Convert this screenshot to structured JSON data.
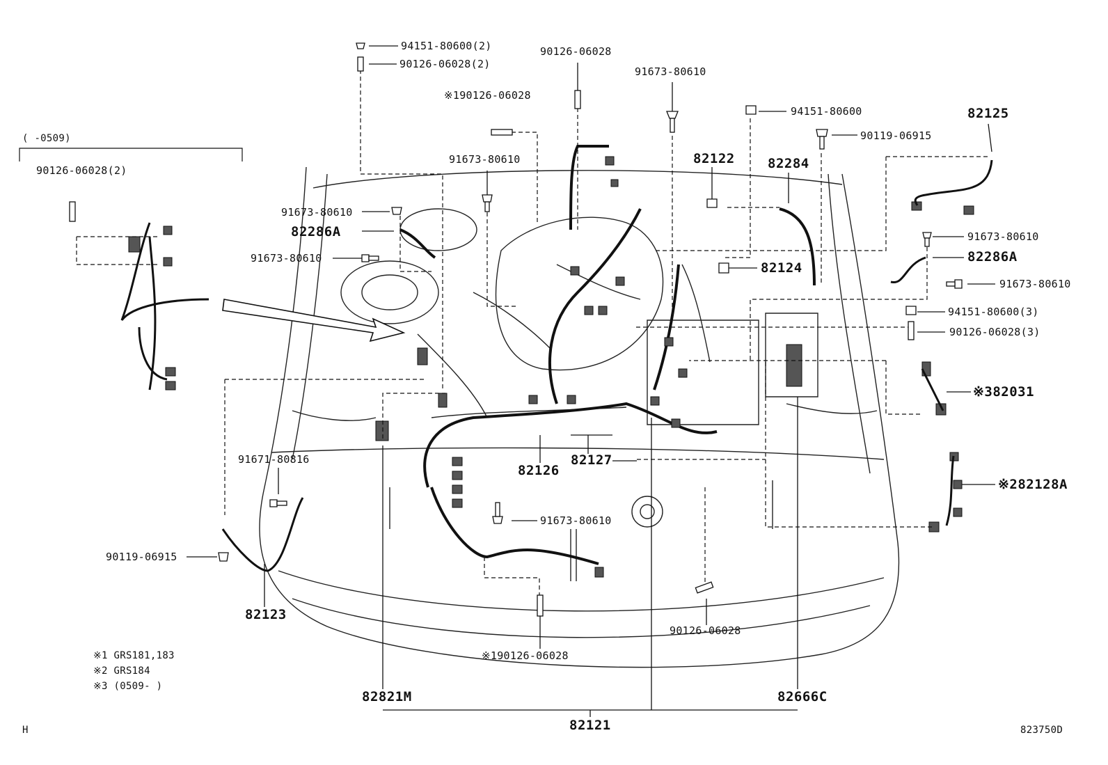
{
  "variant": {
    "range": "(     -0509)",
    "qty_part": "90126-06028(2)"
  },
  "parts": {
    "p94151_2": "94151-80600(2)",
    "p90126_2": "90126-06028(2)",
    "p90126_top": "90126-06028",
    "p90126_n1": "※190126-06028",
    "p91673_top": "91673-80610",
    "p94151": "94151-80600",
    "p90119_r": "90119-06915",
    "p82125": "82125",
    "p91673_a": "91673-80610",
    "p82122": "82122",
    "p82284": "82284",
    "p91673_b": "91673-80610",
    "p82286A_l": "82286A",
    "p91673_c": "91673-80610",
    "p82124": "82124",
    "p91673_r1": "91673-80610",
    "p82286A_r": "82286A",
    "p91673_r2": "91673-80610",
    "p94151_3": "94151-80600(3)",
    "p90126_3": "90126-06028(3)",
    "p82031": "※382031",
    "p82128A": "※282128A",
    "p91671": "91671-80816",
    "p82126": "82126",
    "p82127": "82127",
    "p91673_bot": "91673-80610",
    "p90119_l": "90119-06915",
    "p82123": "82123",
    "p90126_bot": "90126-06028",
    "p90126_n1b": "※190126-06028",
    "p82821M": "82821M",
    "p82666C": "82666C",
    "p82121": "82121"
  },
  "notes": [
    "※1 GRS181,183",
    "※2 GRS184",
    "※3 (0509-     )"
  ],
  "corner_left": "H",
  "illustration_id": "823750D"
}
